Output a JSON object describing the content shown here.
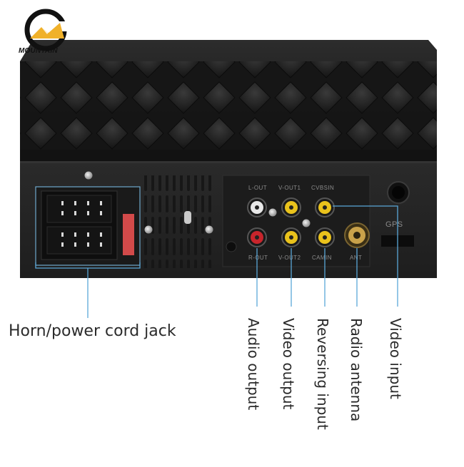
{
  "brand": {
    "name": "MOUNTAIN",
    "ring_color": "#111111",
    "peak_color": "#f0b12a"
  },
  "panel_labels": {
    "l_out": "L-OUT",
    "r_out": "R-OUT",
    "v_out1": "V-OUT1",
    "v_out2": "V-OUT2",
    "cvbs_in": "CVBSIN",
    "cam_in": "CAMIN",
    "ant": "ANT",
    "gps": "GPS"
  },
  "callouts": {
    "horn": "Horn/power cord jack",
    "audio_output": "Audio output",
    "video_output": "Video output",
    "reversing_input": "Reversing input",
    "radio_antenna": "Radio antenna",
    "video_input": "Video input"
  },
  "colors": {
    "callout_line": "#5aa7d8",
    "rca_yellow": "#e9c21c",
    "rca_red": "#c7252c",
    "rca_white": "#e8e8e8",
    "antenna_gold": "#c9a24a",
    "connector_red": "#d24a4a"
  }
}
